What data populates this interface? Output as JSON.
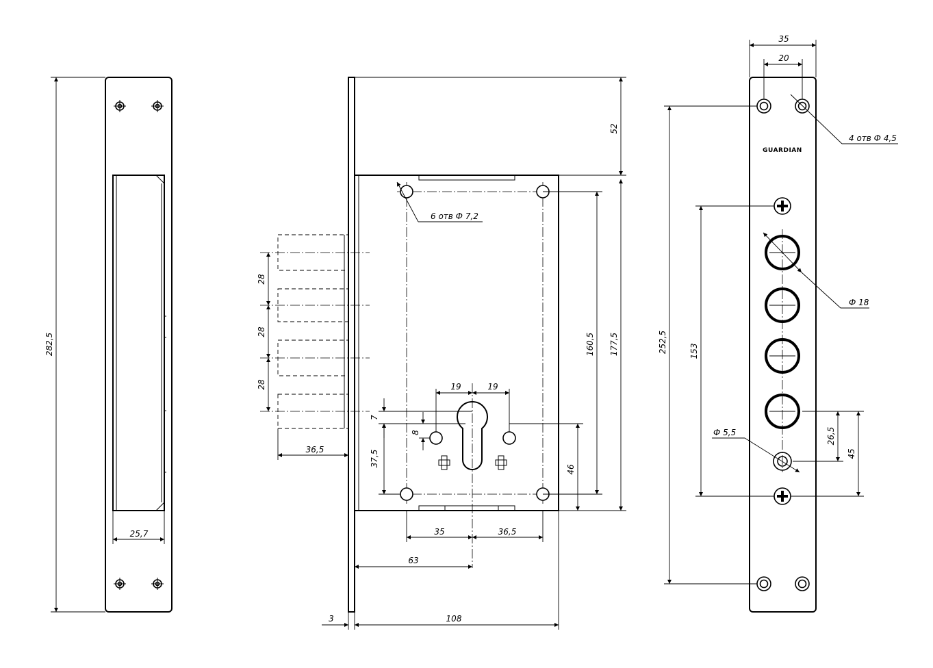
{
  "brand": "GUARDIAN",
  "dims": {
    "strike_height": "282,5",
    "strike_width": "25,7",
    "top_offset": "52",
    "holes_label": "6 отв Ф 7,2",
    "bolt_pitch_1": "28",
    "bolt_pitch_2": "28",
    "bolt_pitch_3": "28",
    "bolt_throw": "36,5",
    "cyl_left": "19",
    "cyl_right": "19",
    "cyl_7": "7",
    "cyl_8": "8",
    "cyl_37": "37,5",
    "hole_span": "160,5",
    "body_height": "177,5",
    "dim_46": "46",
    "bottom_35": "35",
    "bottom_36": "36,5",
    "backset": "63",
    "plate_thk": "3",
    "body_width": "108",
    "fp_width": "35",
    "fp_hole_span": "20",
    "fp_holes_label": "4 отв Ф 4,5",
    "fp_height": "252,5",
    "fp_153": "153",
    "fp_d18": "Ф 18",
    "fp_d55": "Ф 5,5",
    "fp_265": "26,5",
    "fp_45": "45"
  }
}
